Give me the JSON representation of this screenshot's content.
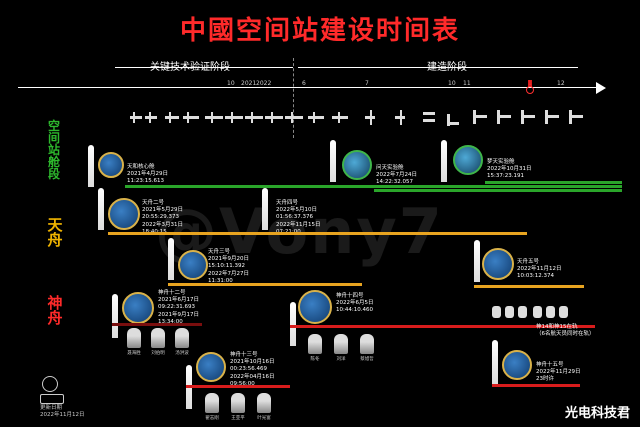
{
  "title": "中國空间站建设时间表",
  "phases": {
    "verification": "关键技术验证阶段",
    "construction": "建造阶段"
  },
  "axis_labels": [
    {
      "text": "10",
      "red": false
    },
    {
      "text": "2021",
      "red": false
    },
    {
      "text": "2022",
      "red": false
    },
    {
      "text": "6",
      "red": false
    },
    {
      "text": "7",
      "red": false
    },
    {
      "text": "10",
      "red": false
    },
    {
      "text": "11",
      "red": false
    },
    {
      "text": "1",
      "red": true
    },
    {
      "text": "12",
      "red": false
    }
  ],
  "rows": {
    "station": "空间站舱段",
    "tianzhou": "天舟",
    "shenzhou": "神舟"
  },
  "missions": {
    "tianhe": {
      "name": "天和核心舱",
      "launch": "2021年4月29日",
      "time": "11:23:15.613"
    },
    "wentian": {
      "name": "问天实验舱",
      "launch": "2022年7月24日",
      "time": "14:22:32.057"
    },
    "mengtian": {
      "name": "梦天实验舱",
      "launch": "2022年10月31日",
      "time": "15:37:23.191"
    },
    "tz2": {
      "name": "天舟二号",
      "launch": "2021年5月29日",
      "launch_time": "20:55:29.373",
      "end": "2022年3月31日",
      "end_time": "18:40:15"
    },
    "tz3": {
      "name": "天舟三号",
      "launch": "2021年9月20日",
      "launch_time": "15:10:11.392",
      "end": "2022年7月27日",
      "end_time": "11:31:00"
    },
    "tz4": {
      "name": "天舟四号",
      "launch": "2022年5月10日",
      "launch_time": "01:56:37.376",
      "end": "2022年11月15日",
      "end_time": "07:21:00"
    },
    "tz5": {
      "name": "天舟五号",
      "launch": "2022年11月12日",
      "launch_time": "10:03:12.374"
    },
    "sz12": {
      "name": "神舟十二号",
      "launch": "2021年6月17日",
      "launch_time": "09:22:31.693",
      "end": "2021年9月17日",
      "end_time": "13:34:00",
      "crew": [
        "聂海胜",
        "刘伯明",
        "汤洪波"
      ]
    },
    "sz13": {
      "name": "神舟十三号",
      "launch": "2021年10月16日",
      "launch_time": "00:23:56.469",
      "end": "2022年04月16日",
      "end_time": "09:56:00",
      "crew": [
        "翟志刚",
        "王亚平",
        "叶光富"
      ]
    },
    "sz14": {
      "name": "神舟十四号",
      "launch": "2022年6月5日",
      "launch_time": "10:44:10.460",
      "crew": [
        "陈冬",
        "刘洋",
        "蔡旭哲"
      ]
    },
    "sz15": {
      "name": "神舟十五号",
      "launch": "2022年11月29日",
      "launch_time": "23时许"
    },
    "sz14_note": {
      "line1": "神14和神15在轨",
      "line2": "（6名航天员同时在轨）"
    }
  },
  "watermark": "@Vony7",
  "update": {
    "label": "更新日期",
    "date": "2022年11月12日"
  },
  "credit": "光电科技君",
  "colors": {
    "title": "#ff2a2a",
    "station": "#2aa52a",
    "tianzhou": "#e8a420",
    "shenzhou": "#d81c1c"
  }
}
